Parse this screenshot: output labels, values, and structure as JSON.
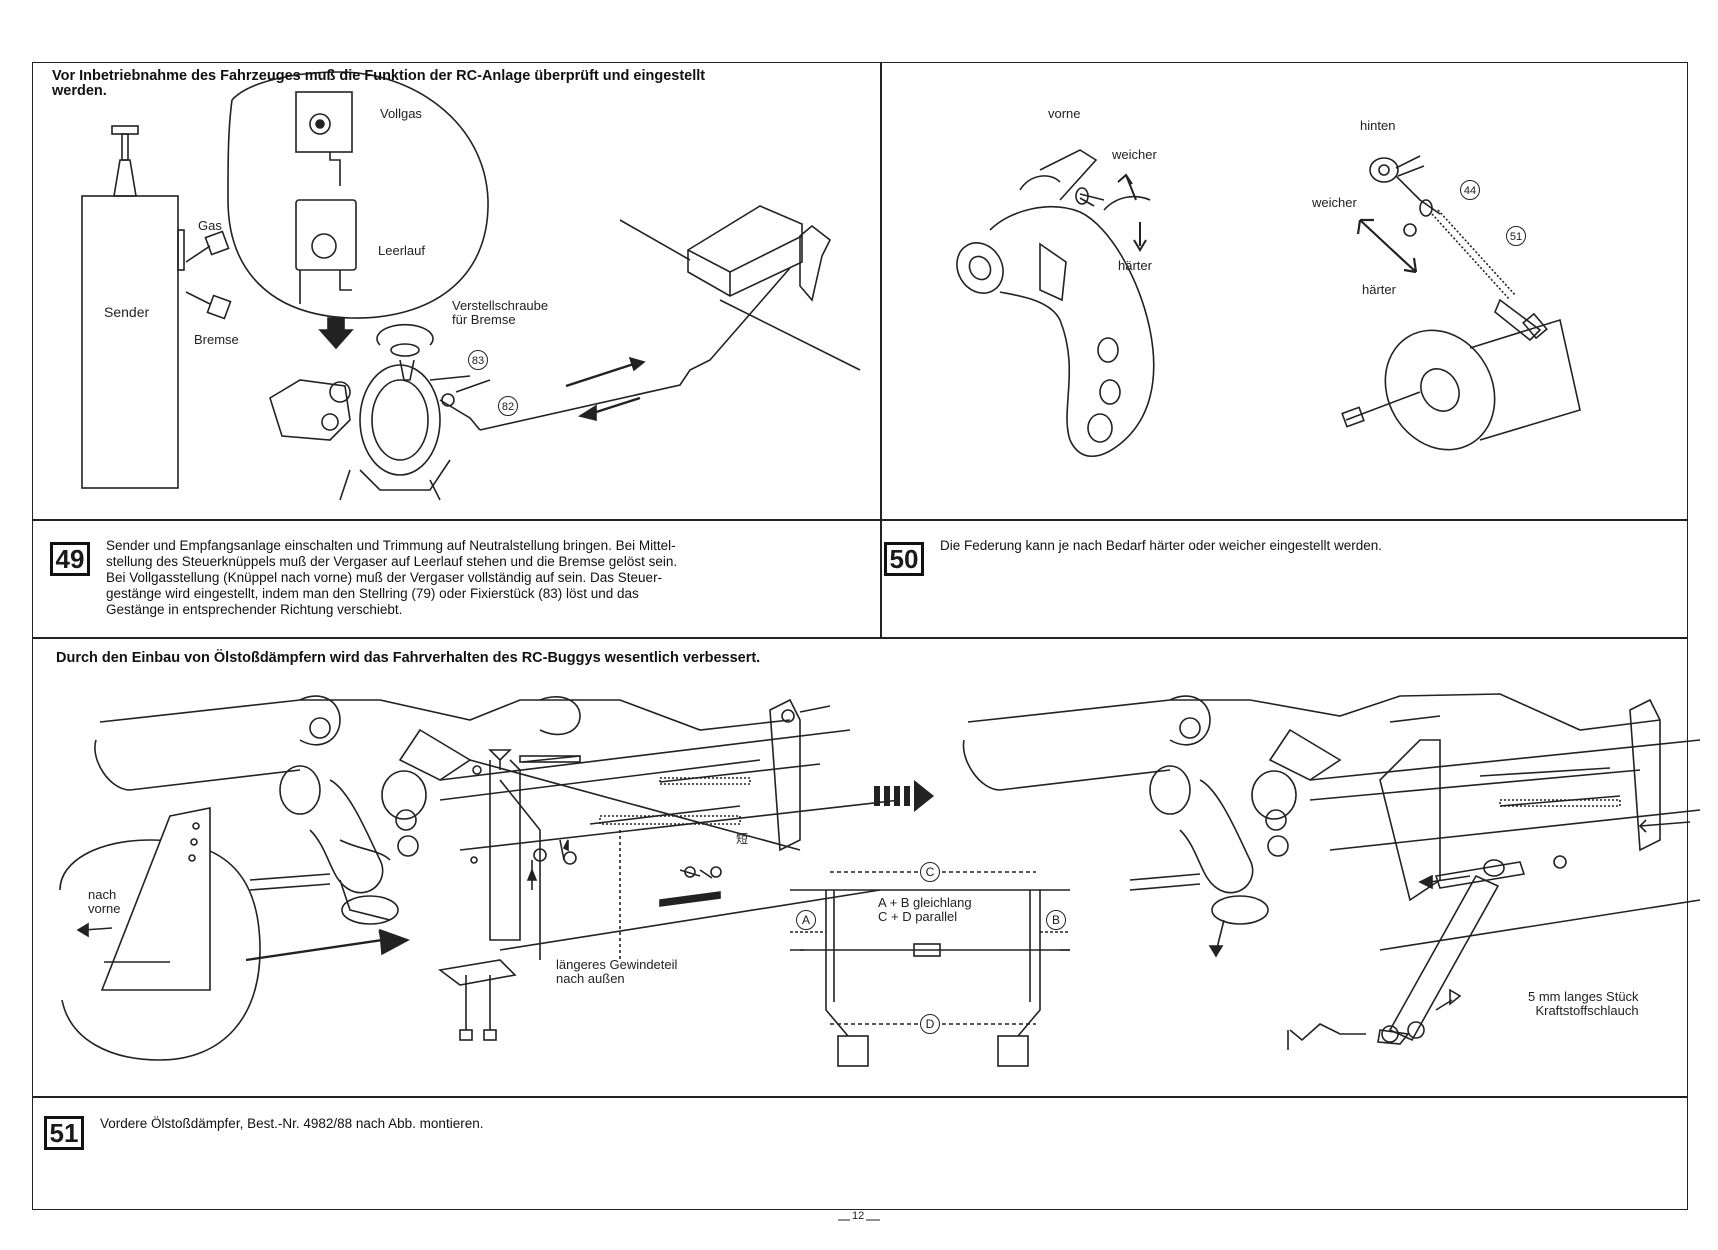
{
  "page_number": "12",
  "panel49": {
    "heading_line1": "Vor Inbetriebnahme des Fahrzeuges muß die Funktion der RC-Anlage überprüft und eingestellt",
    "heading_line2": "werden.",
    "labels": {
      "vollgas": "Vollgas",
      "leerlauf": "Leerlauf",
      "gas": "Gas",
      "sender": "Sender",
      "bremse": "Bremse",
      "verstell1": "Verstellschraube",
      "verstell2": "für Bremse",
      "part83": "83",
      "part82": "82"
    },
    "step_number": "49",
    "text": [
      "Sender und Empfangsanlage einschalten und Trimmung auf Neutralstellung bringen. Bei Mittel-",
      "stellung des Steuerknüppels muß der Vergaser auf Leerlauf stehen und die Bremse gelöst sein.",
      "Bei Vollgasstellung (Knüppel nach vorne) muß der Vergaser vollständig auf sein. Das Steuer-",
      "gestänge wird eingestellt, indem man den Stellring (79) oder Fixierstück (83) löst und das",
      "Gestänge in entsprechender Richtung verschiebt."
    ]
  },
  "panel50": {
    "labels": {
      "vorne": "vorne",
      "weicher_front": "weicher",
      "haerter_front": "härter",
      "hinten": "hinten",
      "weicher_rear": "weicher",
      "haerter_rear": "härter",
      "part44": "44",
      "part51": "51"
    },
    "step_number": "50",
    "text": "Die Federung kann je nach Bedarf härter oder weicher eingestellt werden."
  },
  "panel51": {
    "heading": "Durch den Einbau von Ölstoßdämpfern wird das Fahrverhalten des RC-Buggys wesentlich verbessert.",
    "labels": {
      "nach": "nach",
      "vorne": "vorne",
      "kanji": "短",
      "laengeres1": "längeres Gewindeteil",
      "laengeres2": "nach außen",
      "c": "C",
      "a": "A",
      "b": "B",
      "d": "D",
      "ab_gleich": "A + B gleichlang",
      "cd_parallel": "C + D parallel",
      "stueck1": "5 mm langes Stück",
      "stueck2": "Kraftstoffschlauch"
    },
    "step_number": "51",
    "text": "Vordere Ölstoßdämpfer, Best.-Nr. 4982/88 nach Abb. montieren."
  }
}
